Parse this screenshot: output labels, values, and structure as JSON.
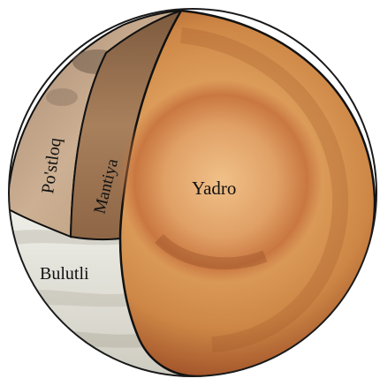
{
  "diagram": {
    "labels": {
      "crust": "Po'stloq",
      "mantle": "Mantiya",
      "core": "Yadro",
      "clouds": "Bulutli"
    },
    "colors": {
      "core_light": "#e3a663",
      "core_dark": "#b8632e",
      "inner_ring": "#c9743d",
      "mantle": "#a57a56",
      "crust": "#c9ab8e",
      "cloud": "#e9e9e2",
      "outline": "#111111"
    }
  }
}
